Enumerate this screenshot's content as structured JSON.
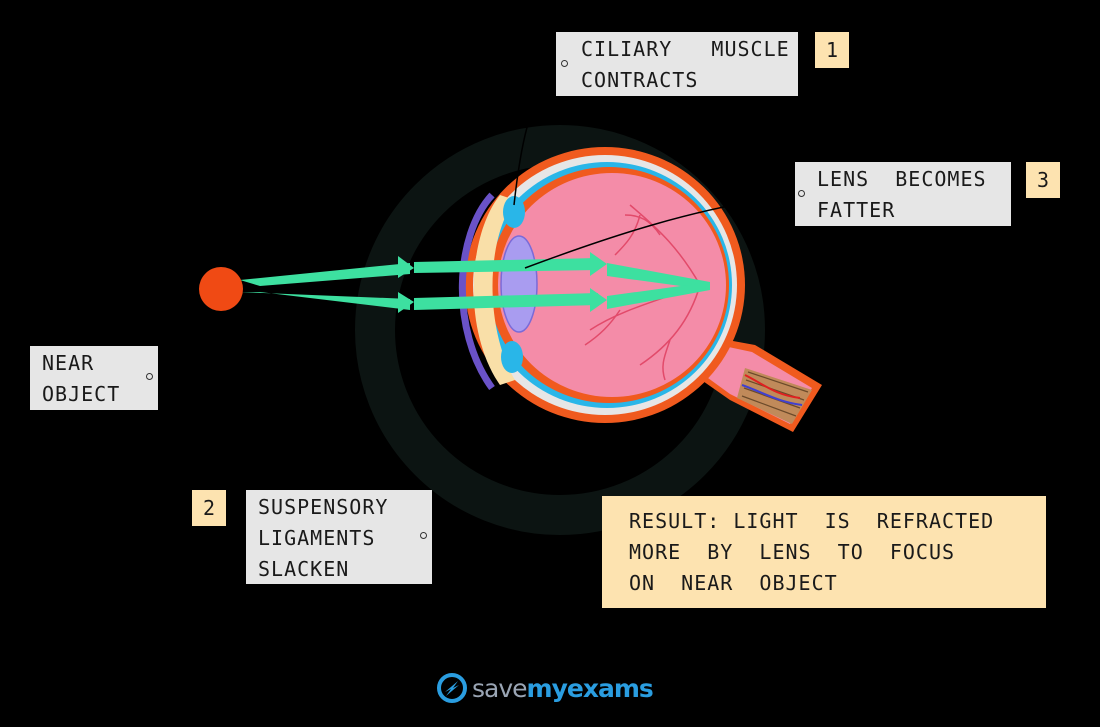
{
  "labels": {
    "ciliary": {
      "line1": "CILIARY   MUSCLE",
      "line2": "CONTRACTS"
    },
    "lens": {
      "line1": "LENS  BECOMES",
      "line2": "FATTER"
    },
    "near_object": {
      "line1": "NEAR",
      "line2": "OBJECT"
    },
    "suspensory": {
      "line1": "SUSPENSORY",
      "line2": "LIGAMENTS",
      "line3": "SLACKEN"
    }
  },
  "numbers": {
    "one": "1",
    "two": "2",
    "three": "3"
  },
  "result": {
    "line1": "RESULT: LIGHT  IS  REFRACTED",
    "line2": "MORE  BY  LENS  TO  FOCUS",
    "line3": "ON  NEAR  OBJECT"
  },
  "logo": {
    "word1": "save",
    "word2": "my",
    "word3": "exams"
  },
  "colors": {
    "background": "#000000",
    "label_bg": "#e6e6e6",
    "number_bg": "#fde3b0",
    "light_ray": "#3de0a0",
    "object": "#f04a14",
    "sclera": "#f05a1e",
    "vitreous": "#f48ca8",
    "lens": "#a99cf0",
    "ciliary": "#29b6e8",
    "logo_blue": "#2a9de0"
  }
}
